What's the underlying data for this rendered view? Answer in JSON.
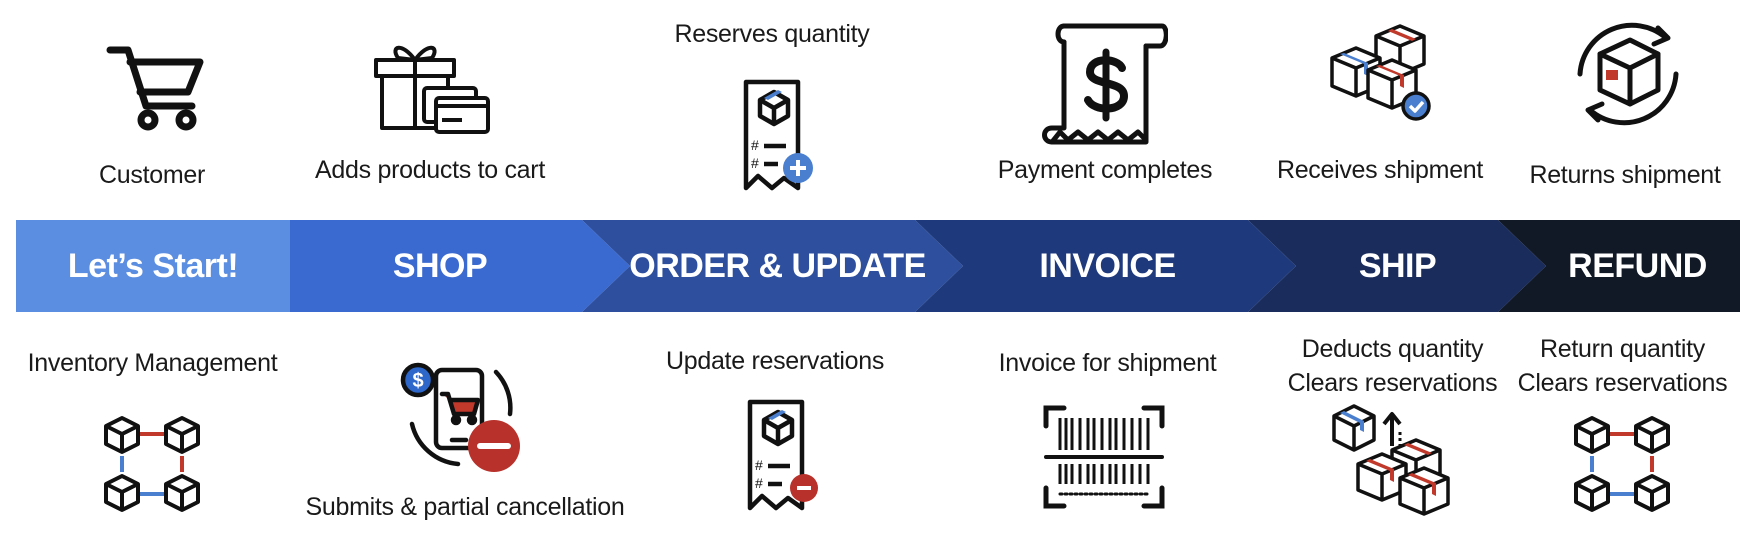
{
  "stages": [
    {
      "label": "Let’s Start!",
      "color": "#5b8de0"
    },
    {
      "label": "SHOP",
      "color": "#3a69cf"
    },
    {
      "label": "ORDER & UPDATE",
      "color": "#2d4f9e"
    },
    {
      "label": "INVOICE",
      "color": "#1f3a7c"
    },
    {
      "label": "SHIP",
      "color": "#192c5c"
    },
    {
      "label": "REFUND",
      "color": "#111826"
    }
  ],
  "top": {
    "customer": "Customer",
    "shop": "Adds products to cart",
    "order": "Reserves quantity",
    "invoice": "Payment completes",
    "ship": "Receives shipment",
    "refund": "Returns shipment"
  },
  "bottom": {
    "start": "Inventory Management",
    "shop": "Submits & partial cancellation",
    "order": "Update reservations",
    "invoice": "Invoice for shipment",
    "ship": [
      "Deducts quantity",
      "Clears reservations"
    ],
    "refund": [
      "Return quantity",
      "Clears reservations"
    ]
  },
  "icons": {
    "cart": "shopping-cart-icon",
    "gift": "gift-card-icon",
    "receipt_add": "receipt-add-icon",
    "payment": "dollar-receipt-icon",
    "boxes": "boxes-check-icon",
    "return": "box-return-icon",
    "network": "cube-network-icon",
    "mobile": "mobile-shopping-cancel-icon",
    "receipt_remove": "receipt-remove-icon",
    "barcode": "barcode-icon",
    "deduct": "boxes-deduct-icon",
    "network2": "cube-network-icon"
  },
  "accent": {
    "blue": "#4a7fd0",
    "red": "#c0392b",
    "ink": "#111111"
  }
}
